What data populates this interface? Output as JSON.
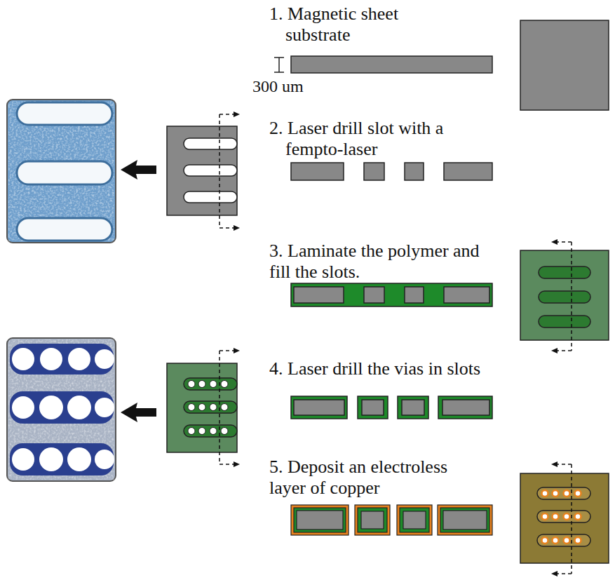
{
  "diagram": {
    "labels": [
      "1. Magnetic sheet substrate",
      "300 um",
      "2. Laser drill slot with a fempto-laser",
      "3. Laminate the polymer and fill the slots.",
      "4. Laser drill the vias in slots",
      "5. Deposit an electroless layer of copper"
    ]
  }
}
